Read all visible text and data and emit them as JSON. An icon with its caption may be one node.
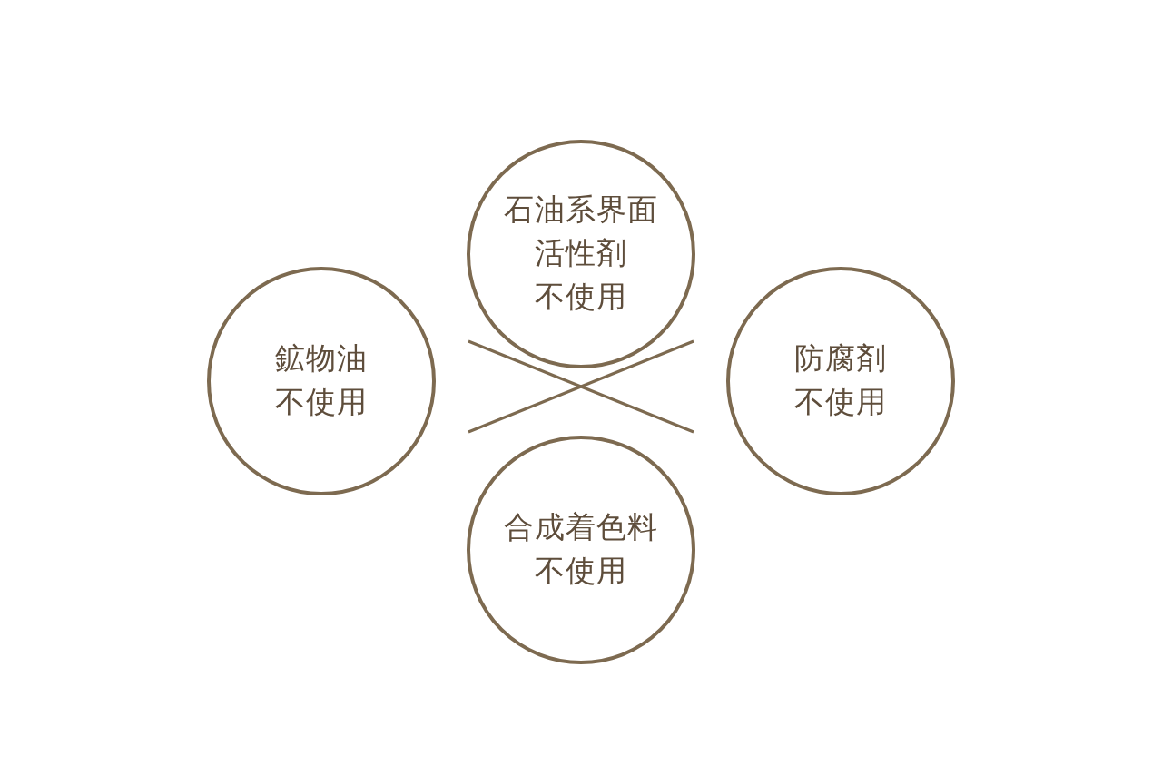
{
  "diagram": {
    "nodes": [
      {
        "text": [
          "石油系界面活性剤",
          "不使用"
        ]
      },
      {
        "text": [
          "鉱物油",
          "不使用"
        ]
      },
      {
        "text": [
          "防腐剤",
          "不使用"
        ]
      },
      {
        "text": [
          "合成着色料",
          "不使用"
        ]
      }
    ]
  }
}
